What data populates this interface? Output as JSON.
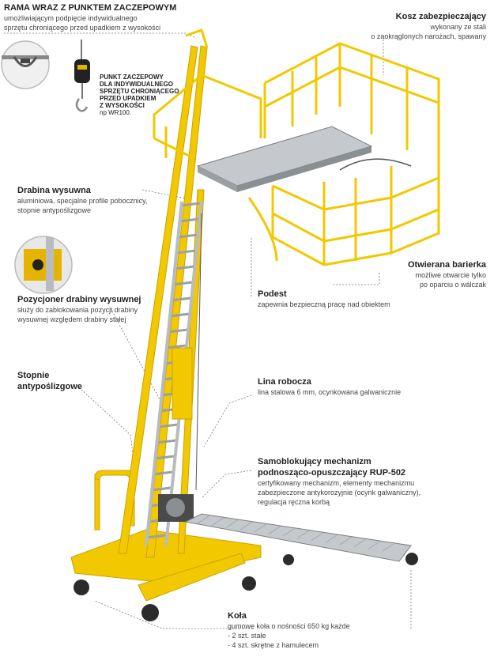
{
  "colors": {
    "frame": "#f2c800",
    "frame_dark": "#c9a300",
    "metal": "#b8bcc0",
    "metal_dark": "#6f7479",
    "wheel": "#2b2b2b",
    "leader": "#666666"
  },
  "labels": {
    "rama": {
      "title": "RAMA WRAZ Z PUNKTEM ZACZEPOWYM",
      "desc": "umożliwiającym podpięcie indywidualnego\nsprzętu chroniącego przed upadkiem z wysokości"
    },
    "punkt": {
      "title": "PUNKT ZACZEPOWY\nDLA INDYWIDUALNEGO\nSPRZĘTU CHRONIĄCEGO\nPRZED UPADKIEM\nZ WYSOKOŚCI",
      "desc": "np WR100."
    },
    "kosz": {
      "title": "Kosz zabezpieczający",
      "desc": "wykonany ze stali\no zaokrąglonych narożach, spawany"
    },
    "drabina": {
      "title": "Drabina wysuwna",
      "desc": "aluminiowa, specjalne profile pobocznicy,\nstopnie antypoślizgowe"
    },
    "otwierana": {
      "title": "Otwierana barierka",
      "desc": "możliwe otwarcie tylko\npo oparciu o wálczak"
    },
    "podest": {
      "title": "Podest",
      "desc": "zapewnia bezpieczną pracę nad obiektem"
    },
    "pozycjoner": {
      "title": "Pozycjoner drabiny wysuwnej",
      "desc": "służy do zablokowania pozycji drabiny\nwysuwnej względem drabiny stałej"
    },
    "stopnie": {
      "title": "Stopnie\nantypoślizgowe"
    },
    "lina": {
      "title": "Lina robocza",
      "desc": "lina stalowa 6 mm, ocynkowana galwanicznie"
    },
    "mechanizm": {
      "title": "Samoblokujący mechanizm\npodnosząco-opuszczający RUP-502",
      "desc": "certyfikowany mechanizm, elementy mechanizmu\nzabezpieczone antykorozyjnie (ocynk galwaniczny),\nregulacja ręczna korbą"
    },
    "kola": {
      "title": "Koła",
      "desc": "gumowe koła o nośności 650 kg każde\n- 2 szt. stałe\n- 4 szt. skrętne z hamulecem"
    }
  }
}
